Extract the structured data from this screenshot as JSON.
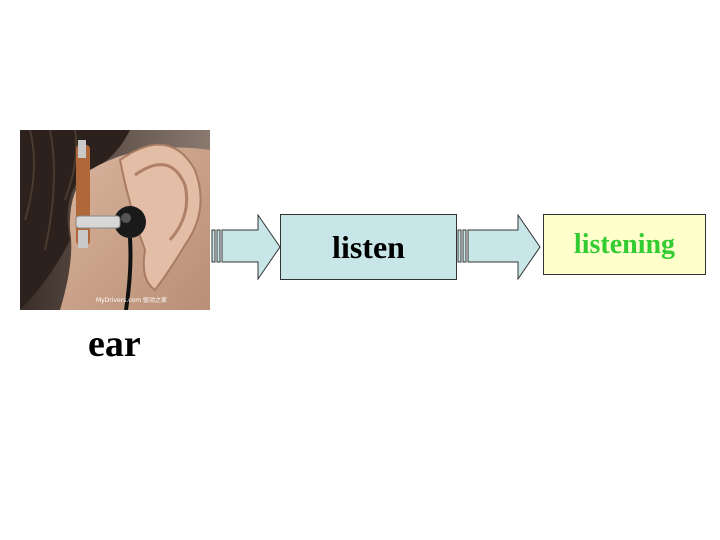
{
  "photo": {
    "description_icon": "ear-with-earbud-photo",
    "watermark": "MyDrivers.com 驱动之家"
  },
  "caption": "ear",
  "flow": {
    "step1": "listen",
    "step2": "listening"
  },
  "colors": {
    "listen_box_fill": "#c8e6e8",
    "listening_box_fill": "#ffffcc",
    "listening_text": "#33cc33",
    "arrow_fill": "#c8e6e8"
  }
}
